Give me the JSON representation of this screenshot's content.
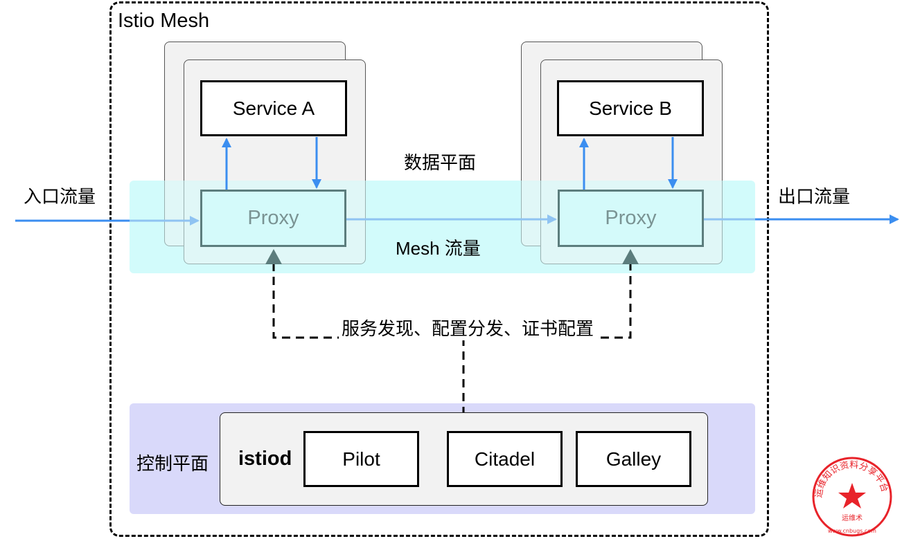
{
  "mesh": {
    "title": "Istio Mesh"
  },
  "data_plane": {
    "label": "数据平面",
    "traffic_label": "Mesh 流量",
    "service_a": "Service A",
    "service_b": "Service B",
    "proxy_a": "Proxy",
    "proxy_b": "Proxy"
  },
  "ingress_label": "入口流量",
  "egress_label": "出口流量",
  "control_link_label": "服务发现、配置分发、证书配置",
  "control_plane": {
    "label": "控制平面",
    "istiod": "istiod",
    "components": [
      "Pilot",
      "Citadel",
      "Galley"
    ]
  },
  "watermark": {
    "text": "运维知识资料分享平台",
    "subtext": "运维术",
    "url": "www.cnbugs.com",
    "color": "#e8232a"
  },
  "colors": {
    "arrow_blue": "#3b8ef0",
    "proxy_border": "#5c7d7d",
    "data_plane_bg": "#d2fbfb",
    "control_plane_bg": "#d9d9fa"
  }
}
